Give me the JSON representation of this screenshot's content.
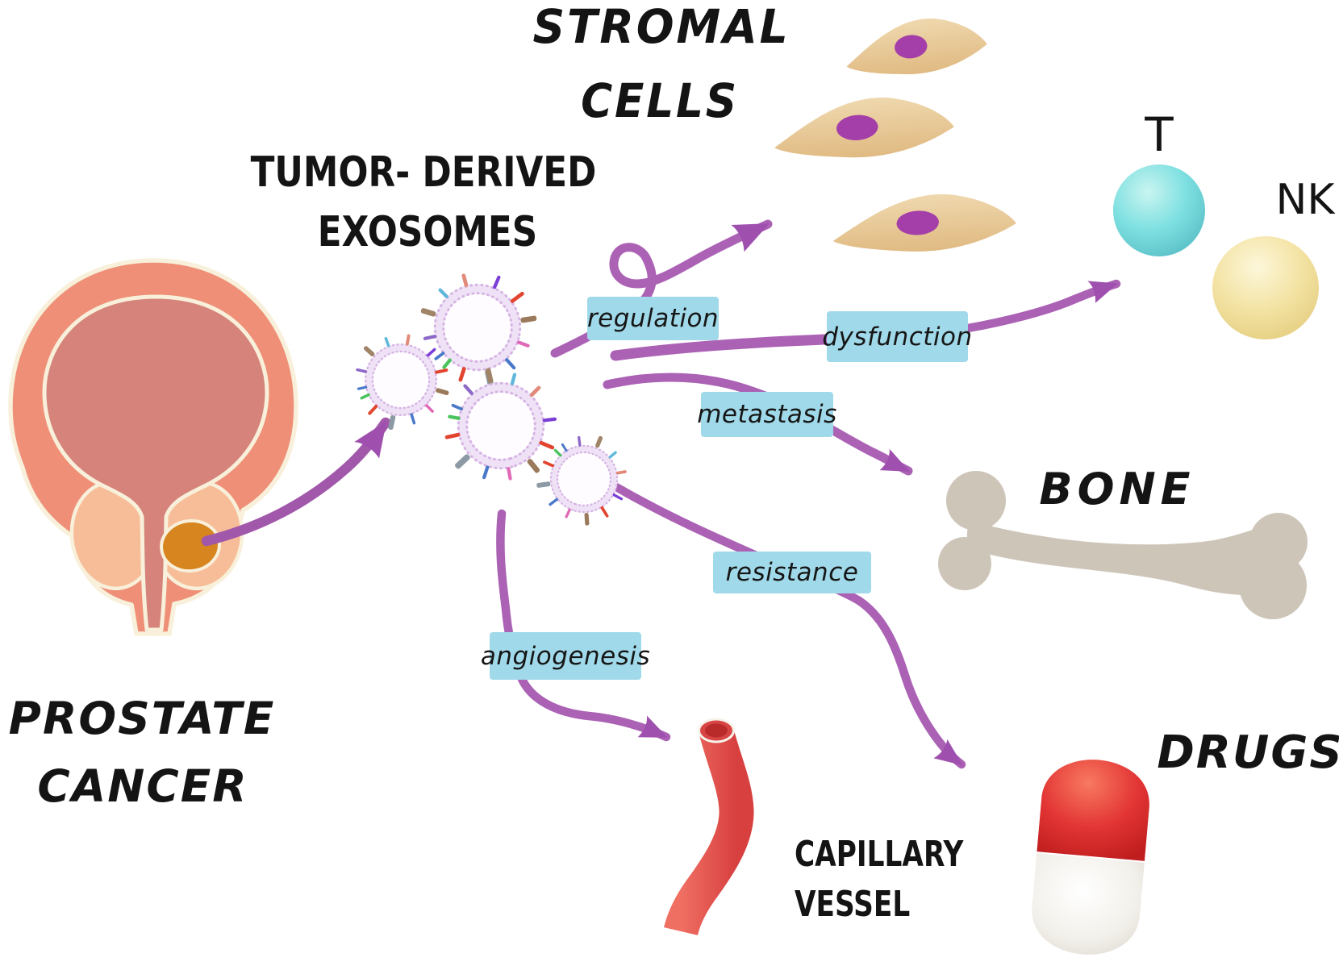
{
  "diagram": {
    "title_source": {
      "line1": "PROSTATE",
      "line2": "CANCER"
    },
    "exosome_title": {
      "line1": "TUMOR- DERIVED",
      "line2": "EXOSOMES"
    },
    "stromal_title": {
      "line1": "STROMAL",
      "line2": "CELLS"
    },
    "immune_cells": {
      "t_label": "T",
      "nk_label": "NK"
    },
    "bone_label": "BONE",
    "drugs_label": "DRUGS",
    "capillary_label": {
      "line1": "CAPILLARY",
      "line2": "VESSEL"
    },
    "process_labels": {
      "regulation": "regulation",
      "dysfunction": "dysfunction",
      "metastasis": "metastasis",
      "resistance": "resistance",
      "angiogenesis": "angiogenesis"
    },
    "colors": {
      "arrow_purple": "#ab62b5",
      "label_background": "#a0d9e9",
      "stromal_cell_body": "#e6c491",
      "stromal_cell_nucleus": "#a43ea9",
      "t_cell": "#7fe0e1",
      "nk_cell": "#f3e3a4",
      "bone": "#cdc5b8",
      "capillary_vessel": "#e25252",
      "capsule_red": "#d92f2f",
      "capsule_white": "#f4f2ee",
      "exosome_membrane": "#d5b3e3",
      "bladder_outer": "#ef8f77",
      "bladder_inner": "#d5837b",
      "prostate_lobe": "#f7bd98",
      "tumor": "#d6851f"
    }
  }
}
